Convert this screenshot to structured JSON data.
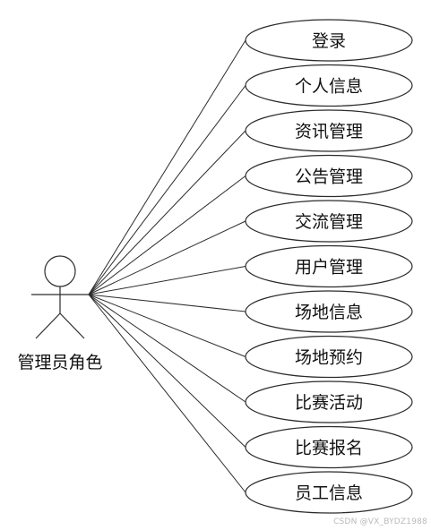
{
  "actor": {
    "label": "管理员角色"
  },
  "use_cases": [
    "登录",
    "个人信息",
    "资讯管理",
    "公告管理",
    "交流管理",
    "用户管理",
    "场地信息",
    "场地预约",
    "比赛活动",
    "比赛报名",
    "员工信息"
  ],
  "watermark": "CSDN @VX_BYDZ1988",
  "colors": {
    "stroke": "#2b2b2b",
    "ellipse_fill": "#ffffff",
    "text": "#111111"
  }
}
